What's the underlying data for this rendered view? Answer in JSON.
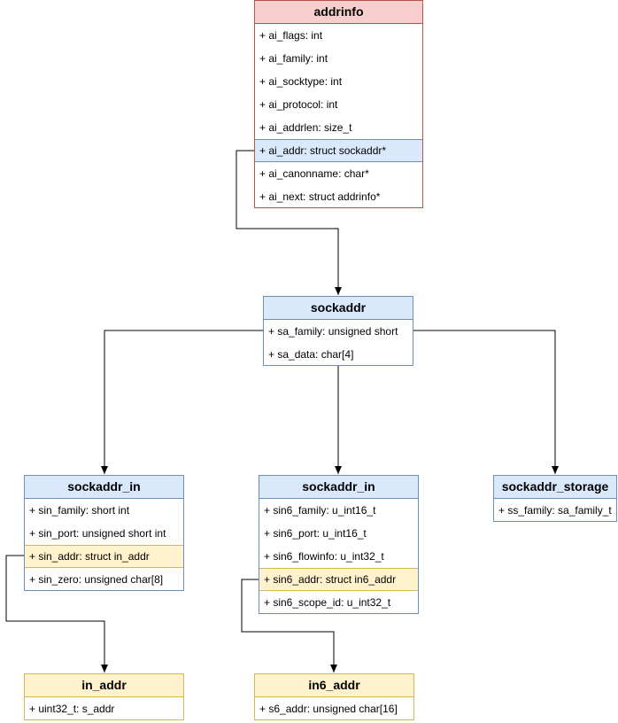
{
  "addrinfo": {
    "title": "addrinfo",
    "fields": [
      "+ ai_flags: int",
      "+ ai_family: int",
      "+ ai_socktype: int",
      "+ ai_protocol: int",
      "+ ai_addrlen: size_t",
      "+ ai_addr: struct sockaddr*",
      "+ ai_canonname: char*",
      "+ ai_next: struct addrinfo*"
    ]
  },
  "sockaddr": {
    "title": "sockaddr",
    "fields": [
      "+ sa_family: unsigned short",
      "+ sa_data: char[4]"
    ]
  },
  "sockaddr_in": {
    "title": "sockaddr_in",
    "fields": [
      "+ sin_family: short int",
      "+ sin_port: unsigned short int",
      "+ sin_addr: struct in_addr",
      "+ sin_zero: unsigned char[8]"
    ]
  },
  "sockaddr_in6": {
    "title": "sockaddr_in",
    "fields": [
      "+ sin6_family: u_int16_t",
      "+ sin6_port: u_int16_t",
      "+ sin6_flowinfo: u_int32_t",
      "+ sin6_addr: struct in6_addr",
      "+ sin6_scope_id: u_int32_t"
    ]
  },
  "sockaddr_storage": {
    "title": "sockaddr_storage",
    "fields": [
      "+ ss_family: sa_family_t"
    ]
  },
  "in_addr": {
    "title": "in_addr",
    "fields": [
      "+ uint32_t: s_addr"
    ]
  },
  "in6_addr": {
    "title": "in6_addr",
    "fields": [
      "+ s6_addr: unsigned char[16]"
    ]
  },
  "colors": {
    "red_fill": "#f8cecc",
    "red_stroke": "#b85450",
    "blue_fill": "#dae8fc",
    "blue_stroke": "#6c8ebf",
    "yellow_fill": "#fff2cc",
    "yellow_stroke": "#d6b656"
  }
}
